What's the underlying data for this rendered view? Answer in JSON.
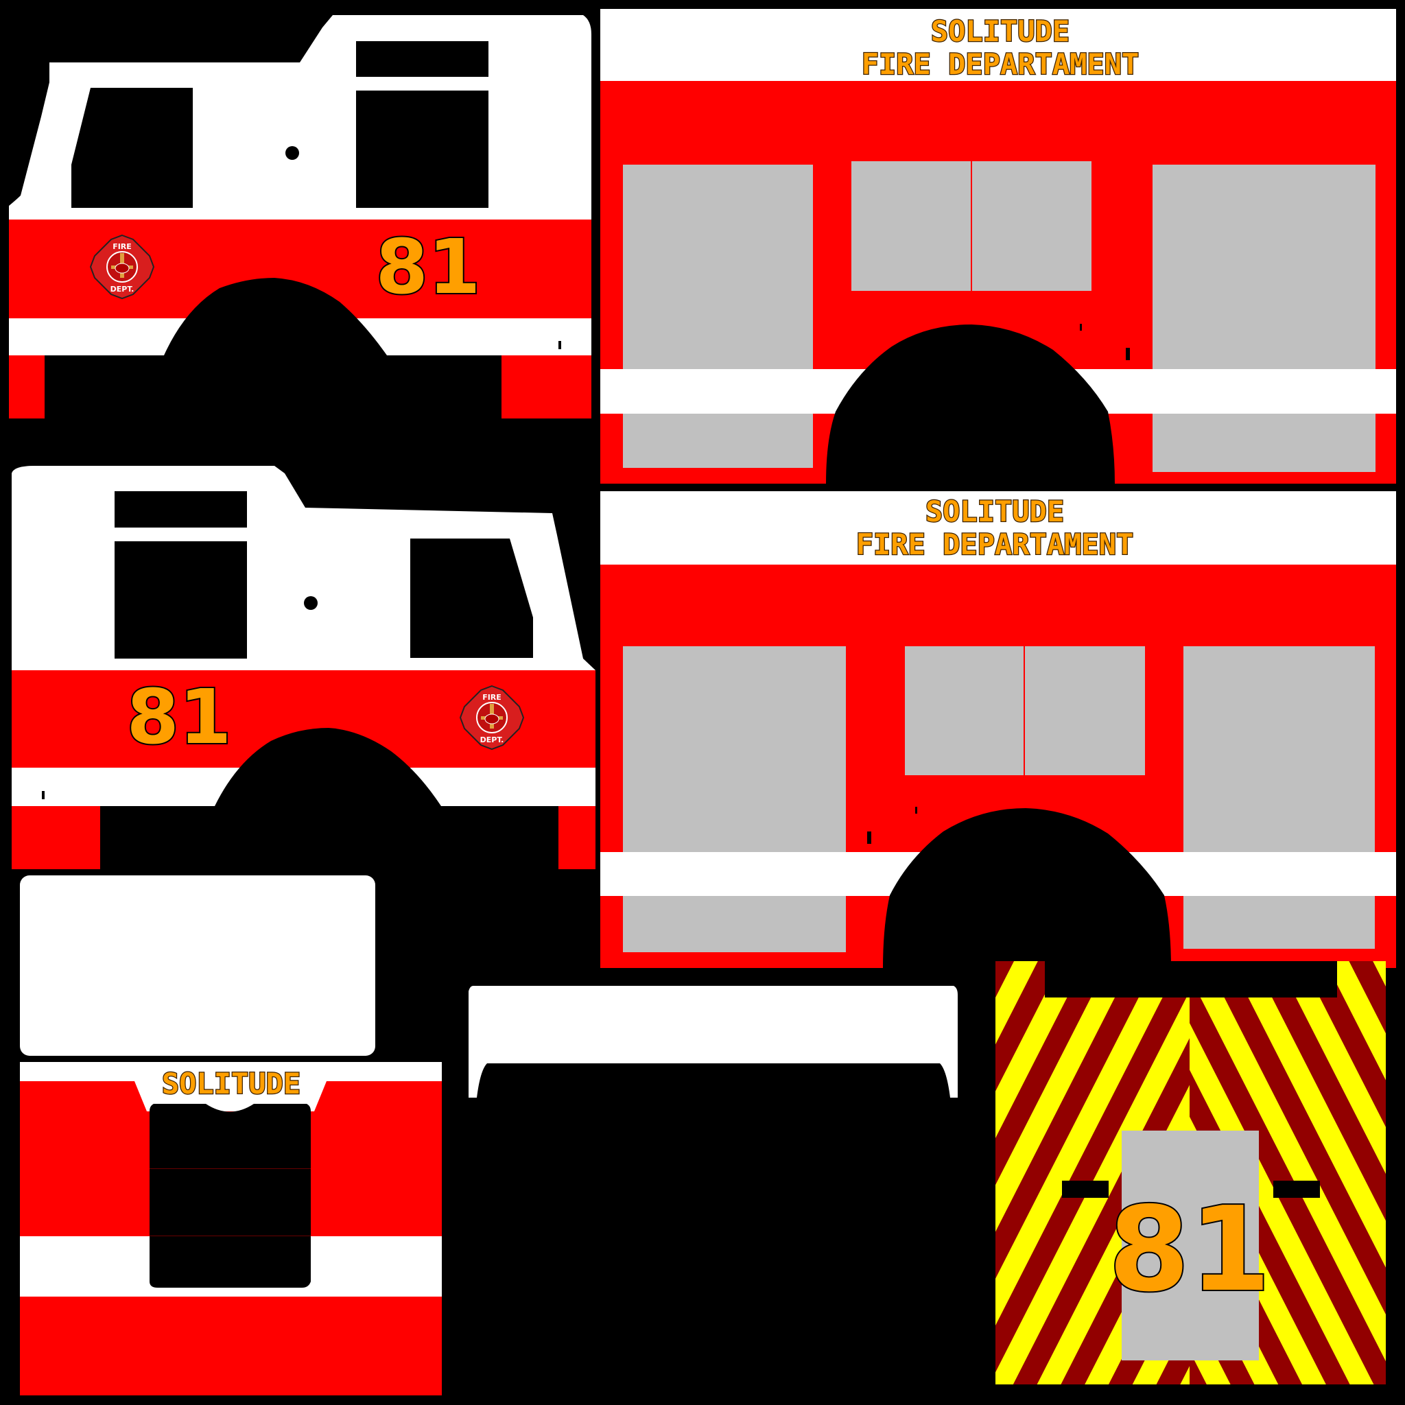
{
  "texture": {
    "side_title_line1": "SOLITUDE",
    "side_title_line2": "FIRE DEPARTAMENT",
    "unit_number": "81",
    "front_title": "SOLITUDE",
    "logo_top": "FIRE",
    "logo_bottom": "DEPT."
  },
  "colors": {
    "red": "#ff0000",
    "white": "#ffffff",
    "gray": "#c0c0c0",
    "orange": "#ff9f00",
    "chevron_yellow": "#ffff00",
    "chevron_darkred": "#920000",
    "background": "#000000"
  }
}
